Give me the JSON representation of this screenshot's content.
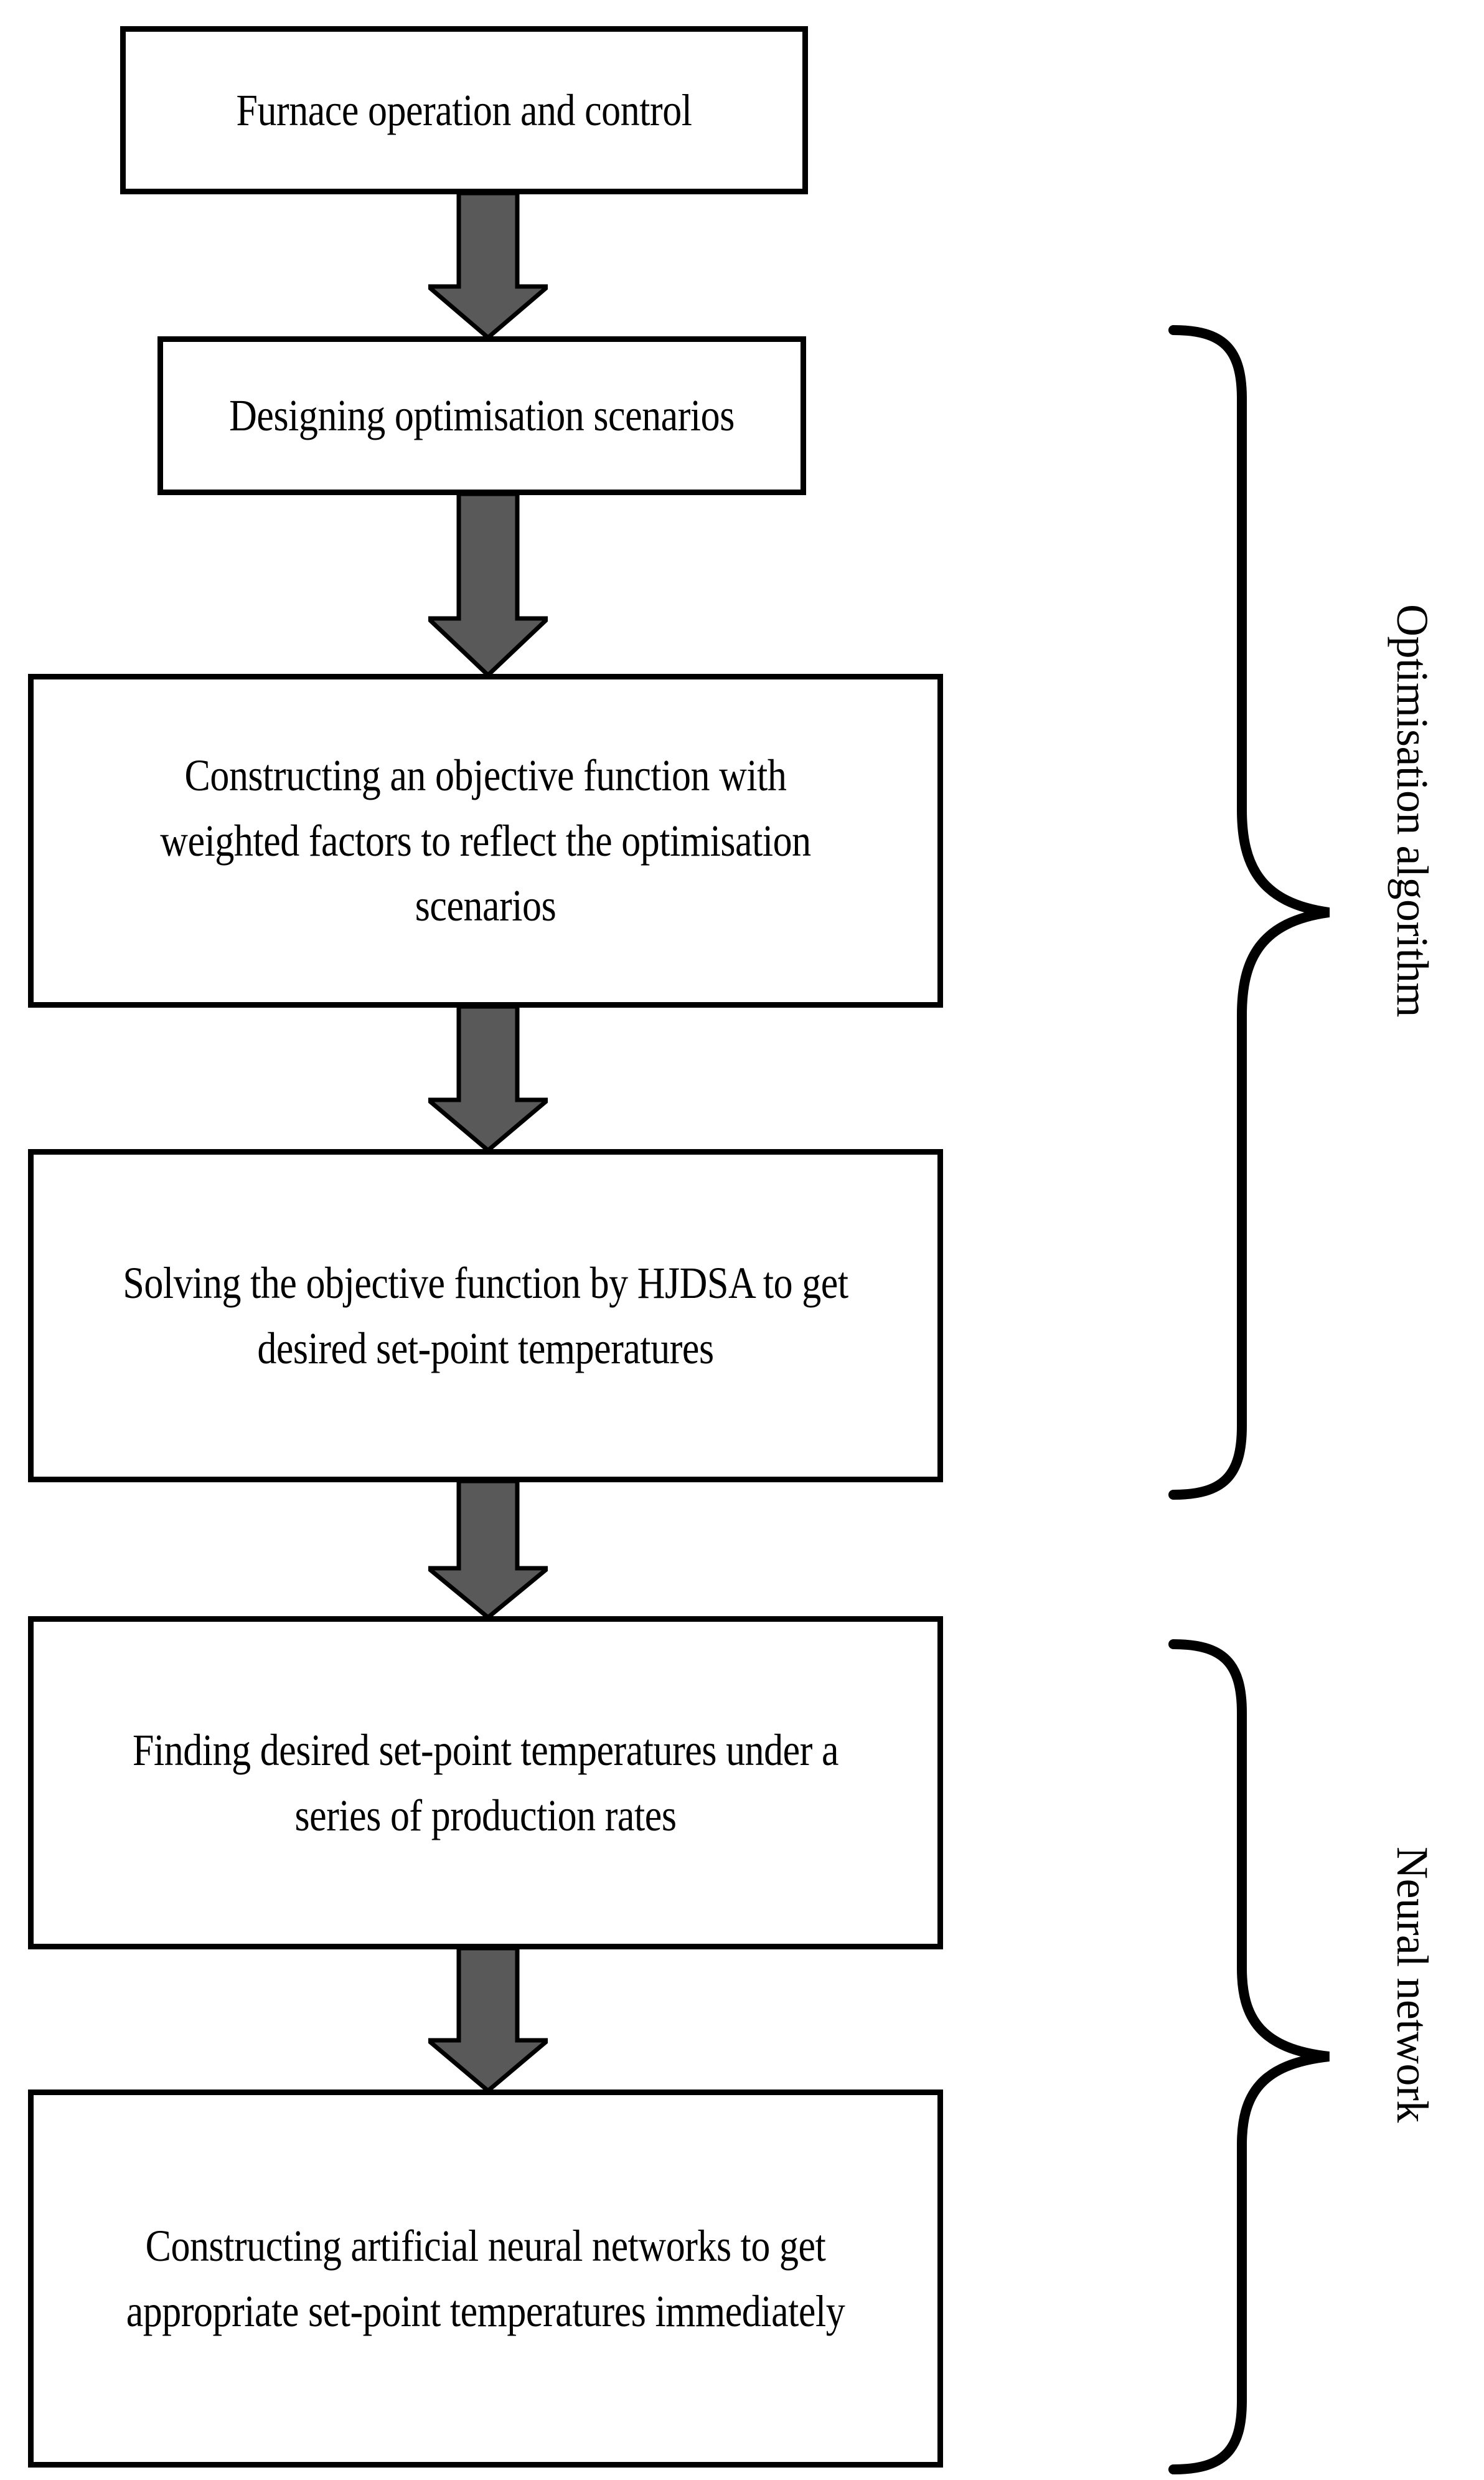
{
  "diagram": {
    "title_text": "",
    "colors": {
      "box_border": "#000000",
      "box_fill": "#ffffff",
      "arrow_fill": "#595959",
      "arrow_stroke": "#000000",
      "brace_stroke": "#000000",
      "text": "#000000",
      "background": "#ffffff"
    },
    "nodes": [
      {
        "id": "furnace-operation-and-control",
        "text": "Furnace operation and control"
      },
      {
        "id": "designing-optimisation-scenarios",
        "text": "Designing optimisation scenarios"
      },
      {
        "id": "constructing-objective-function",
        "text": "Constructing an objective function with weighted factors to reflect the optimisation scenarios"
      },
      {
        "id": "solving-objective-function-hjdsa",
        "text": "Solving the objective function by HJDSA to get desired set-point temperatures"
      },
      {
        "id": "finding-desired-set-point-temperatures",
        "text": "Finding desired set-point temperatures under a series of production rates"
      },
      {
        "id": "constructing-artificial-neural-networks",
        "text": "Constructing artificial neural networks to get appropriate set-point temperatures immediately"
      }
    ],
    "arrows": [
      {
        "id": "arrow-1",
        "from": "furnace-operation-and-control",
        "to": "designing-optimisation-scenarios"
      },
      {
        "id": "arrow-2",
        "from": "designing-optimisation-scenarios",
        "to": "constructing-objective-function"
      },
      {
        "id": "arrow-3",
        "from": "constructing-objective-function",
        "to": "solving-objective-function-hjdsa"
      },
      {
        "id": "arrow-4",
        "from": "solving-objective-function-hjdsa",
        "to": "finding-desired-set-point-temperatures"
      },
      {
        "id": "arrow-5",
        "from": "finding-desired-set-point-temperatures",
        "to": "constructing-artificial-neural-networks"
      }
    ],
    "groups": [
      {
        "id": "optimisation-algorithm",
        "label": "Optimisation algorithm",
        "covers": [
          "designing-optimisation-scenarios",
          "constructing-objective-function",
          "solving-objective-function-hjdsa"
        ]
      },
      {
        "id": "neural-network",
        "label": "Neural network",
        "covers": [
          "finding-desired-set-point-temperatures",
          "constructing-artificial-neural-networks"
        ]
      }
    ]
  }
}
